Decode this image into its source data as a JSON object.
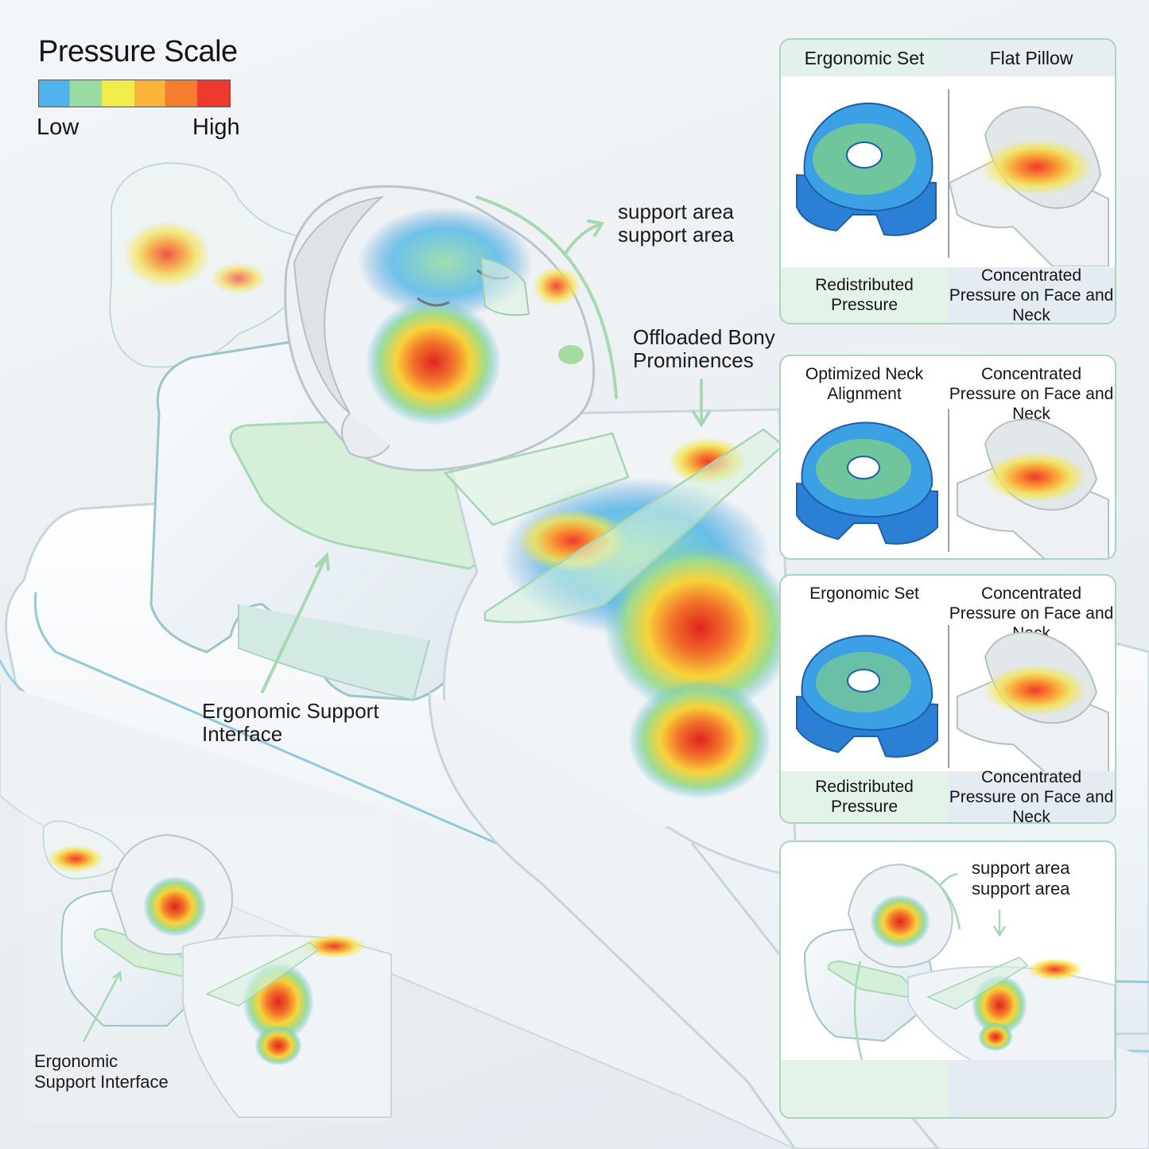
{
  "pressure_scale": {
    "title": "Pressure Scale",
    "low_label": "Low",
    "high_label": "High",
    "colors": [
      "#4fb2ea",
      "#98dca4",
      "#f2ec4a",
      "#fbb43a",
      "#f77d2e",
      "#ee3a2d"
    ]
  },
  "main_callouts": {
    "support_area_1": "support area",
    "support_area_2": "support area",
    "offloaded": "Offloaded Bony Prominences",
    "interface": "Ergonomic Support Interface"
  },
  "inset_callouts": {
    "interface_line1": "Ergonomic",
    "interface_line2": "Support Interface"
  },
  "comparison_panels": [
    {
      "left_header": "Ergonomic Set",
      "right_header": "Flat Pillow",
      "left_caption": "Redistributed Pressure",
      "right_caption": "Concentrated Pressure on Face and Neck"
    },
    {
      "left_top": "Optimized Neck Alignment",
      "right_top": "Concentrated Pressure on Face and Neck"
    },
    {
      "left_top": "Ergonomic Set",
      "right_top": "Concentrated Pressure on Face and Neck",
      "left_caption": "Redistributed Pressure",
      "right_caption": "Concentrated Pressure on Face and Neck"
    },
    {
      "support_1": "support area",
      "support_2": "support area"
    }
  ]
}
